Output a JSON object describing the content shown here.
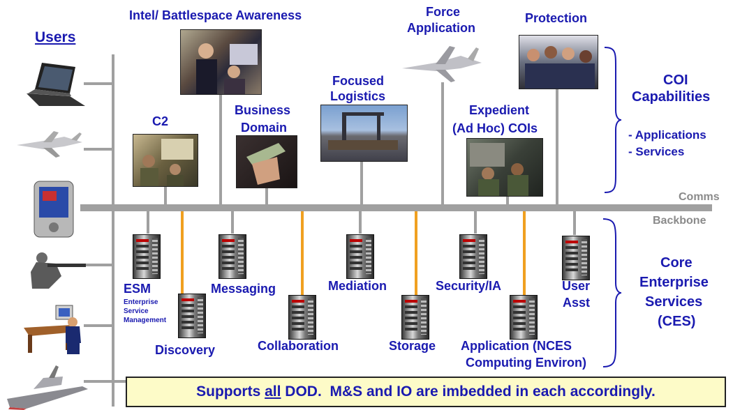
{
  "users_label": "Users",
  "top_labels": {
    "intel": "Intel/ Battlespace Awareness",
    "force1": "Force",
    "force2": "Application",
    "protection": "Protection",
    "focused1": "Focused",
    "focused2": "Logistics",
    "c2": "C2",
    "business1": "Business",
    "business2": "Domain",
    "expedient1": "Expedient",
    "expedient2": "(Ad Hoc) COIs"
  },
  "coi": {
    "title1": "COI",
    "title2": "Capabilities",
    "item1": "- Applications",
    "item2": "- Services"
  },
  "backbone": {
    "comms": "Comms",
    "backbone": "Backbone"
  },
  "services": {
    "esm": "ESM",
    "esm_sub1": "Enterprise",
    "esm_sub2": "Service",
    "esm_sub3": "Management",
    "messaging": "Messaging",
    "mediation": "Mediation",
    "security": "Security/IA",
    "user1": "User",
    "user2": "Asst",
    "discovery": "Discovery",
    "collaboration": "Collaboration",
    "storage": "Storage",
    "application1": "Application (NCES",
    "application2": "Computing Environ)"
  },
  "ces": {
    "line1": "Core",
    "line2": "Enterprise",
    "line3": "Services",
    "line4": "(CES)"
  },
  "banner": {
    "pre": "Supports ",
    "underlined": "all",
    "post": " DOD.  M&S and IO are imbedded in each accordingly."
  },
  "colors": {
    "label_blue": "#1a1ab0",
    "backbone_grey": "#a0a0a0",
    "orange_link": "#f0a020",
    "banner_bg": "#fdfbc8"
  }
}
